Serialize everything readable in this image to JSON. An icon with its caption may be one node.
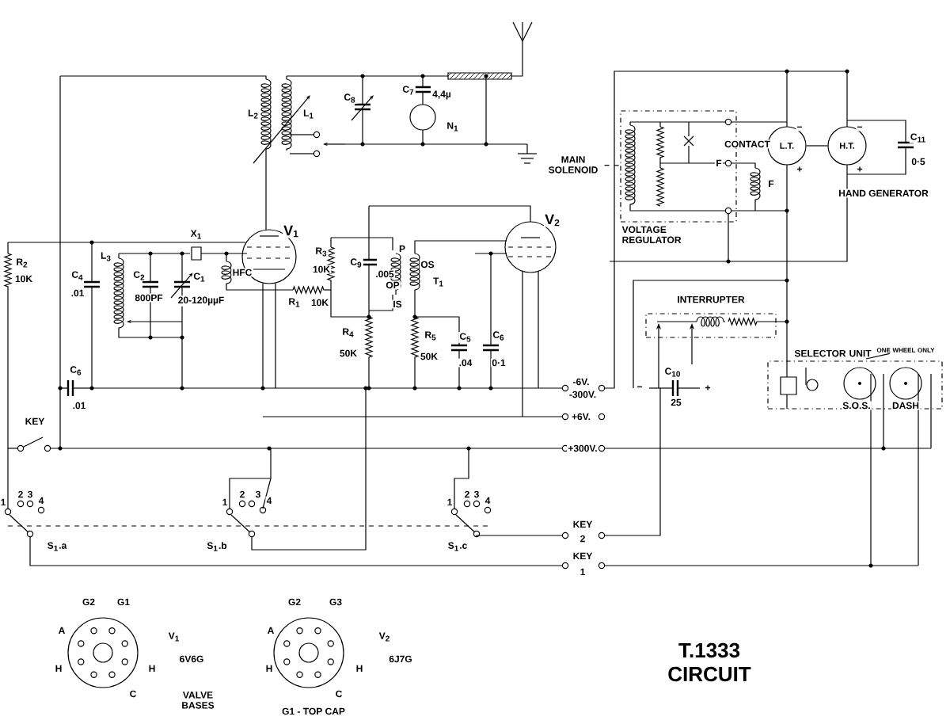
{
  "diagram": {
    "title": "T.1333 CIRCUIT",
    "nodes": [
      {
        "text": [
          "MAIN SOLENOID"
        ]
      },
      {
        "text": [
          "VOLTAGE REGULATOR"
        ]
      },
      {
        "text": [
          "L.T."
        ]
      },
      {
        "text": [
          "H.T."
        ]
      },
      {
        "text": [
          "INTERRUPTER"
        ]
      },
      {
        "text": [
          "SELECTOR UNIT"
        ]
      },
      {
        "text": [
          "ONE WHEEL ONLY"
        ]
      }
    ],
    "edges": [
      {
        "from": 2,
        "to": 3,
        "arrow": "none"
      },
      {
        "from": 0,
        "to": 1,
        "arrow": "none",
        "style": "dashed"
      },
      {
        "from": 6,
        "to": null,
        "arrow": "none"
      }
    ],
    "labels": [
      "L$_{2}$",
      "L$_{1}$",
      "C$_{8}$",
      "C$_{7}$",
      "4,4µ",
      "N$_{1}$",
      "V$_{1}$",
      "V$_{2}$",
      "X$_{1}$",
      "R$_{2}$",
      "10K",
      "C$_{4}$",
      ".01",
      "L$_{3}$",
      "C$_{2}$",
      "800PF",
      "C$_{1}$",
      "20-120µµF",
      "HFC",
      "R$_{3}$",
      "10K",
      "R$_{1}$",
      "10K",
      "C$_{9}$",
      ".005",
      "P",
      "OS",
      "OP",
      "T$_{1}$",
      "IS",
      "R$_{4}$",
      "50K",
      "R$_{5}$",
      "50K",
      "C$_{5}$",
      ".04",
      "C$_{6}$",
      "0·1",
      "C$_{6}$",
      ".01",
      "-6V.",
      "-300V.",
      "+6V.",
      "+300V.",
      "KEY",
      "1",
      "2",
      "3",
      "4",
      "1",
      "2",
      "3",
      "4",
      "1",
      "2",
      "3",
      "4",
      "S$_{1}$.a",
      "S$_{1}$.b",
      "S$_{1}$.c",
      "KEY",
      "2",
      "KEY",
      "1",
      "CONTACT",
      "F",
      "F",
      "−",
      "+",
      "−",
      "+",
      "HAND GENERATOR",
      "C$_{11}$",
      "0·5",
      "C$_{10}$",
      "25",
      "−",
      "+",
      "S.O.S.",
      "DASH",
      "G2",
      "G1",
      "A",
      "H",
      "H",
      "C",
      "V$_{1}$",
      "6V6G",
      "VALVE BASES",
      "G2",
      "G3",
      "A",
      "H",
      "H",
      "C",
      "V$_{2}$",
      "6J7G",
      "G1 - TOP CAP"
    ]
  }
}
